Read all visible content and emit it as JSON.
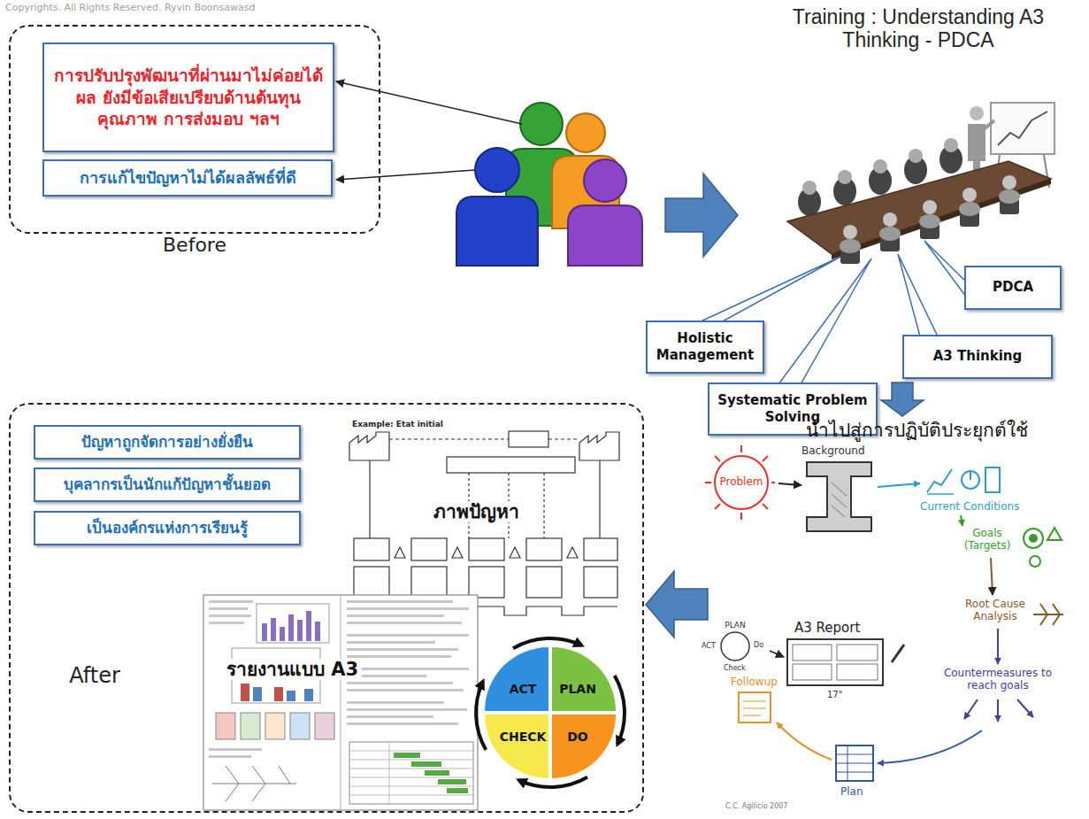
{
  "diagram": {
    "nodes": [
      {
        "text": [
          "Before"
        ]
      },
      {
        "text": [
          "การปรับปรุงพัฒนาที่ผ่านมาไม่ค่อยได้ผล ยังมีข้อเสียเปรียบด้านต้นทุน คุณภาพ การส่งมอบ ฯลฯ"
        ],
        "in": 0
      },
      {
        "text": [
          "การแก้ไขปัญหาไม่ได้ผลลัพธ์ที่ดี"
        ],
        "in": 0
      },
      {
        "text": [
          "PDCA"
        ]
      },
      {
        "text": [
          "Holistic Management"
        ]
      },
      {
        "text": [
          "A3 Thinking"
        ]
      },
      {
        "text": [
          "Systematic Problem Solving"
        ]
      },
      {
        "text": [
          "After"
        ]
      },
      {
        "text": [
          "ปัญหาถูกจัดการอย่างยั่งยืน"
        ],
        "in": 7
      },
      {
        "text": [
          "บุคลากรเป็นนักแก้ปัญหาชั้นยอด"
        ],
        "in": 7
      },
      {
        "text": [
          "เป็นองค์กรแห่งการเรียนรู้"
        ],
        "in": 7
      },
      {
        "text": [
          "ACT"
        ],
        "in": 7
      },
      {
        "text": [
          "PLAN"
        ],
        "in": 7
      },
      {
        "text": [
          "CHECK"
        ],
        "in": 7
      },
      {
        "text": [
          "DO"
        ],
        "in": 7
      }
    ],
    "labels": [
      "Copyrights. All Rights Reserved. Ryvin Boonsawasd",
      "Training : Understanding A3 Thinking - PDCA",
      "นำไปสู่การปฏิบัติประยุกต์ใช้",
      "Background",
      "Problem",
      "Current Conditions",
      "Goals (Targets)",
      "PLAN",
      "A3 Report",
      "ACT",
      "Do",
      "Check",
      "Root Cause Analysis",
      "17\"",
      "Followup",
      "Countermeasures to reach goals",
      "Plan",
      "C.C. Agilicio 2007",
      "Example: Etat initial",
      "ภาพปัญหา",
      "รายงานแบบ A3"
    ]
  }
}
